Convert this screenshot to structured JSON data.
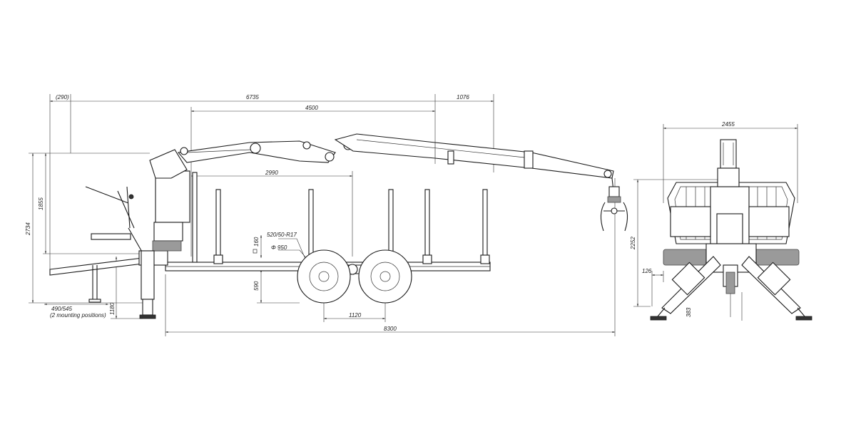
{
  "dimensions": {
    "top_overhang": "(290)",
    "crane_reach": "6735",
    "tip_extension": "1076",
    "boom_length": "4500",
    "bunk_spacing": "2990",
    "height_overall": "2734",
    "height_column": "1855",
    "mount_offset": "490/545",
    "mount_note": "(2 mounting positions)",
    "drawbar_height": "1180",
    "frame_height": "590",
    "bunk_height": "160",
    "tyre_size": "520/50-R17",
    "wheel_diameter": "Φ 950",
    "axle_spacing": "1120",
    "total_length": "8300",
    "rear_width": "2455",
    "rear_height": "2252",
    "rear_track": "126",
    "rear_leg_drop": "383"
  }
}
